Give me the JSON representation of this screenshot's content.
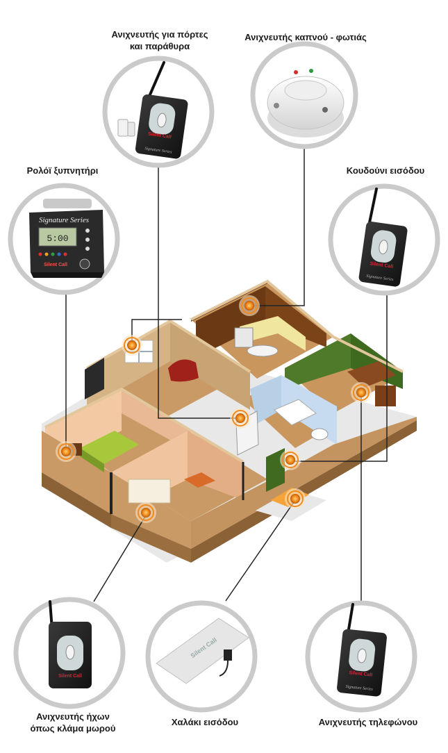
{
  "labels": {
    "door_window": {
      "line1": "Ανιχνευτής για πόρτες",
      "line2": "και παράθυρα"
    },
    "smoke": "Ανιχνευτής καπνού - φωτιάς",
    "clock": "Ρολόϊ ξυπνητήρι",
    "doorbell": "Κουδούνι εισόδου",
    "sound": {
      "line1": "Ανιχνευτής ήχων",
      "line2": "όπως κλάμα μωρού"
    },
    "mat": "Χαλάκι εισόδου",
    "phone": "Ανιχνευτής τηλεφώνου"
  },
  "device_text": {
    "clock_brand": "Signature Series",
    "clock_time": "5:00",
    "device_brand": "Silent Call",
    "device_series": "Signature Series",
    "mat_brand": "Silent Call"
  },
  "colors": {
    "ring": "#c8c8c8",
    "leader_line": "#222222",
    "marker": "#f08a1c",
    "floor": "#c79a66",
    "wall_top": "#d8b888",
    "device_body": "#1e1e1e"
  }
}
